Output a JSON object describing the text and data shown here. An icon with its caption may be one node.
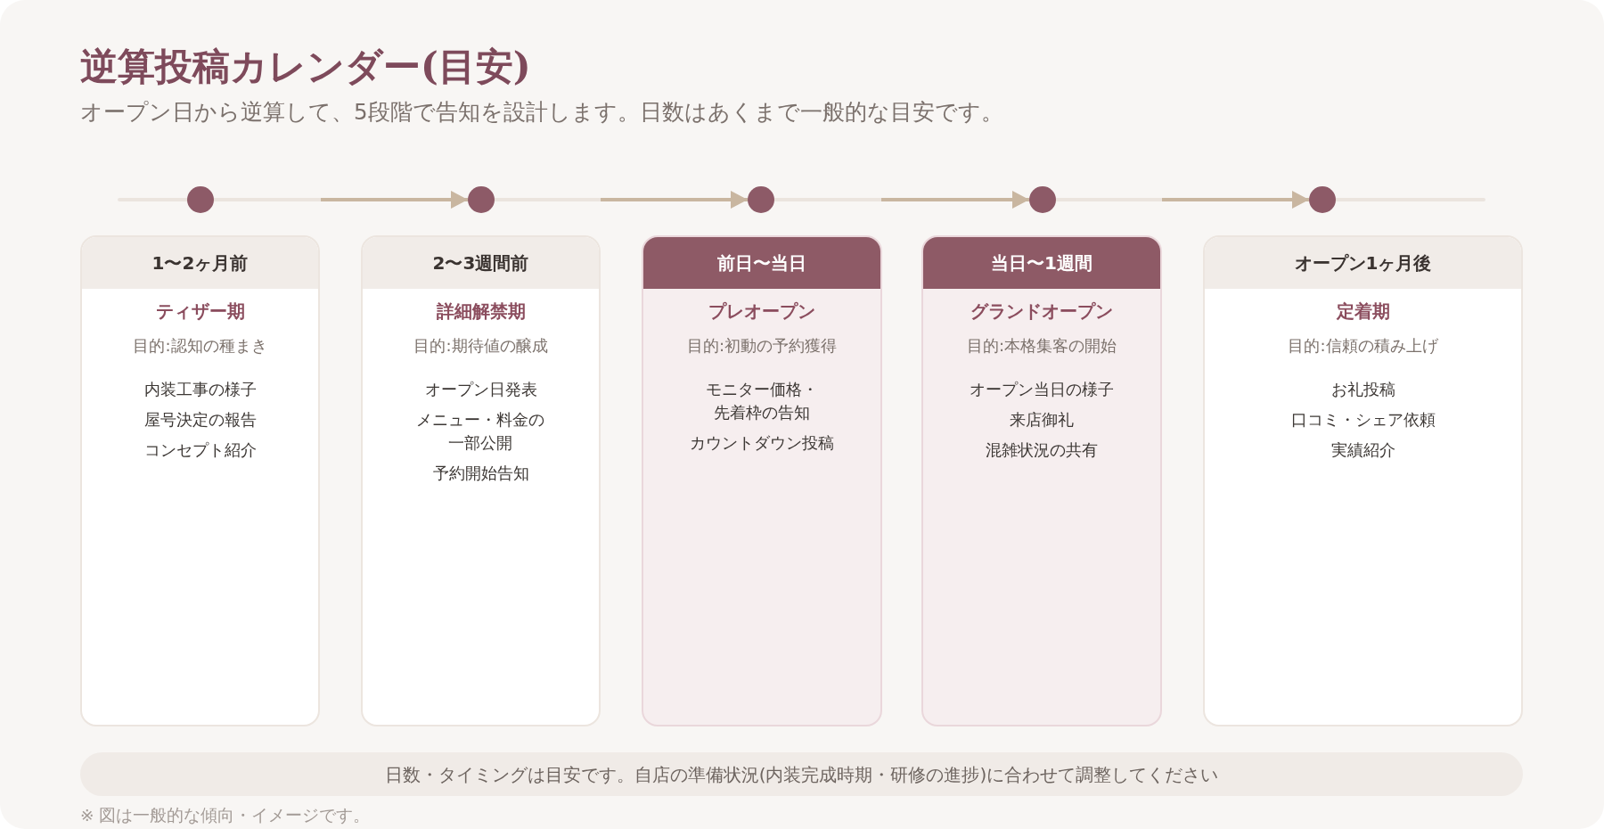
{
  "diagram": {
    "title": "逆算投稿カレンダー(目安)",
    "caption": "※ 図は一般的な傾向・イメージです。",
    "nodes": [
      {
        "text": [],
        "shape": "circle"
      },
      {
        "text": [],
        "shape": "circle"
      },
      {
        "text": [],
        "shape": "circle"
      },
      {
        "text": [],
        "shape": "circle"
      },
      {
        "text": [],
        "shape": "circle"
      },
      {
        "text": [
          "1〜2ヶ月前",
          "ティザー期",
          "目的:認知の種まき",
          "内装工事の様子",
          "屋号決定の報告",
          "コンセプト紹介"
        ]
      },
      {
        "text": [
          "2〜3週間前",
          "詳細解禁期",
          "目的:期待値の醸成",
          "オープン日発表",
          "メニュー・料金の一部公開",
          "予約開始告知"
        ]
      },
      {
        "text": [
          "前日〜当日",
          "プレオープン",
          "目的:初動の予約獲得",
          "モニター価格・先着枠の告知",
          "カウントダウン投稿"
        ]
      },
      {
        "text": [
          "当日〜1週間",
          "グランドオープン",
          "目的:本格集客の開始",
          "オープン当日の様子",
          "来店御礼",
          "混雑状況の共有"
        ]
      },
      {
        "text": [
          "オープン1ヶ月後",
          "定着期",
          "目的:信頼の積み上げ",
          "お礼投稿",
          "口コミ・シェア依頼",
          "実績紹介"
        ]
      },
      {
        "text": [
          "日数・タイミングは目安です。自店の準備状況(内装完成時期・研修の進捗)に合わせて調整してください"
        ]
      }
    ],
    "edges": [
      {
        "from": 0,
        "to": 1,
        "arrow": "to"
      },
      {
        "from": 1,
        "to": 2,
        "arrow": "to"
      },
      {
        "from": 2,
        "to": 3,
        "arrow": "to"
      },
      {
        "from": 3,
        "to": 4,
        "arrow": "to"
      }
    ],
    "labels": [
      "オープン日から逆算して、5段階で告知を設計します。日数はあくまで一般的な目安です。"
    ]
  }
}
